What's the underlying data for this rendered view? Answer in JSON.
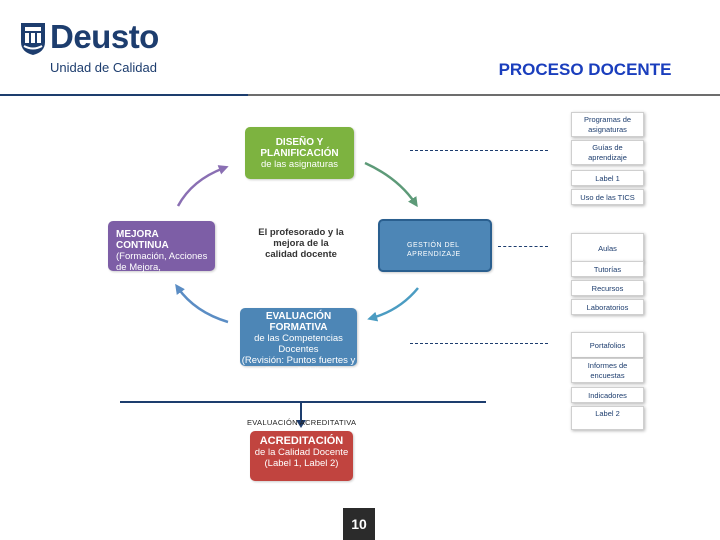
{
  "header": {
    "logo_name": "Deusto",
    "logo_subtitle": "Unidad de Calidad",
    "title": "PROCESO DOCENTE"
  },
  "diagram": {
    "design": {
      "title": "DISEÑO Y PLANIFICACIÓN",
      "subtitle": "de las asignaturas"
    },
    "improvement": {
      "title": "MEJORA CONTINUA",
      "subtitle": "(Formación, Acciones de Mejora, Innovación)"
    },
    "center": "El profesorado y la mejora de la calidad docente",
    "management": "GESTIÓN DEL APRENDIZAJE",
    "formative": {
      "title": "EVALUACIÓN FORMATIVA",
      "subtitle": "de las Competencias Docentes",
      "detail": "(Revisión: Puntos fuertes y Puntos Débiles)"
    },
    "accreditative_label": "EVALUACIÓN ACREDITATIVA",
    "accreditation": {
      "title": "ACREDITACIÓN",
      "subtitle": "de la Calidad Docente",
      "detail": "(Label 1, Label 2)"
    }
  },
  "right_boxes": {
    "group1": [
      "Programas de asignaturas",
      "Guías de aprendizaje",
      "Label 1",
      "Uso de las TICS"
    ],
    "group2": [
      "Aulas",
      "Tutorías",
      "Recursos",
      "Laboratorios"
    ],
    "group3": [
      "Portafolios",
      "Informes de encuestas",
      "Indicadores",
      "Label 2"
    ]
  },
  "page_number": "10",
  "colors": {
    "design": "#7db340",
    "improvement": "#7d5ea6",
    "formative": "#4d86b6",
    "management": "#4d86b6",
    "accreditation": "#c1443f",
    "title": "#1a3ebd",
    "logo": "#1d3d6e"
  }
}
